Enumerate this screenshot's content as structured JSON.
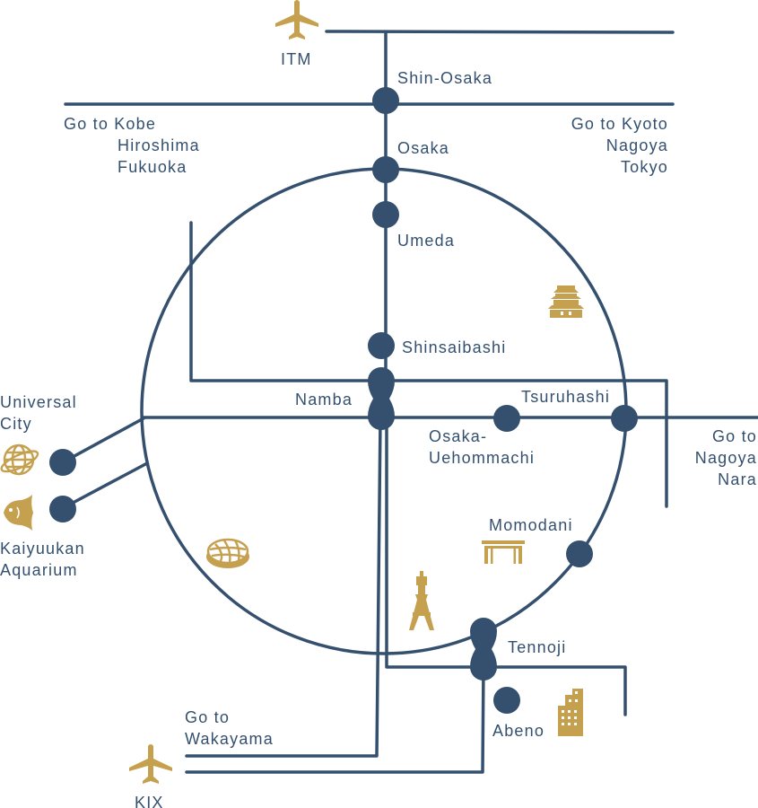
{
  "airports": {
    "itm": "ITM",
    "kix": "KIX"
  },
  "stations": {
    "shin_osaka": "Shin-Osaka",
    "osaka": "Osaka",
    "umeda": "Umeda",
    "shinsaibashi": "Shinsaibashi",
    "namba": "Namba",
    "tsuruhashi": "Tsuruhashi",
    "osaka_uehommachi_1": "Osaka-",
    "osaka_uehommachi_2": "Uehommachi",
    "momodani": "Momodani",
    "tennoji": "Tennoji",
    "abeno": "Abeno"
  },
  "attractions": {
    "universal_city_1": "Universal",
    "universal_city_2": "City",
    "kaiyuukan_1": "Kaiyuukan",
    "kaiyuukan_2": "Aquarium"
  },
  "destinations": {
    "west_1": "Go to Kobe",
    "west_2": "Hiroshima",
    "west_3": "Fukuoka",
    "east_1": "Go to Kyoto",
    "east_2": "Nagoya",
    "east_3": "Tokyo",
    "nara_1": "Go to",
    "nara_2": "Nagoya",
    "nara_3": "Nara",
    "wakayama_1": "Go to",
    "wakayama_2": "Wakayama"
  },
  "icons": {
    "airport": "airplane-icon",
    "universal": "globe-icon",
    "aquarium": "fish-icon",
    "castle": "osaka-castle-icon",
    "dome": "dome-icon",
    "tower": "tsutenkaku-tower-icon",
    "gate": "shitennoji-gate-icon",
    "building": "abeno-harukas-icon"
  },
  "colors": {
    "line": "#34506e",
    "accent": "#c4a04f"
  }
}
